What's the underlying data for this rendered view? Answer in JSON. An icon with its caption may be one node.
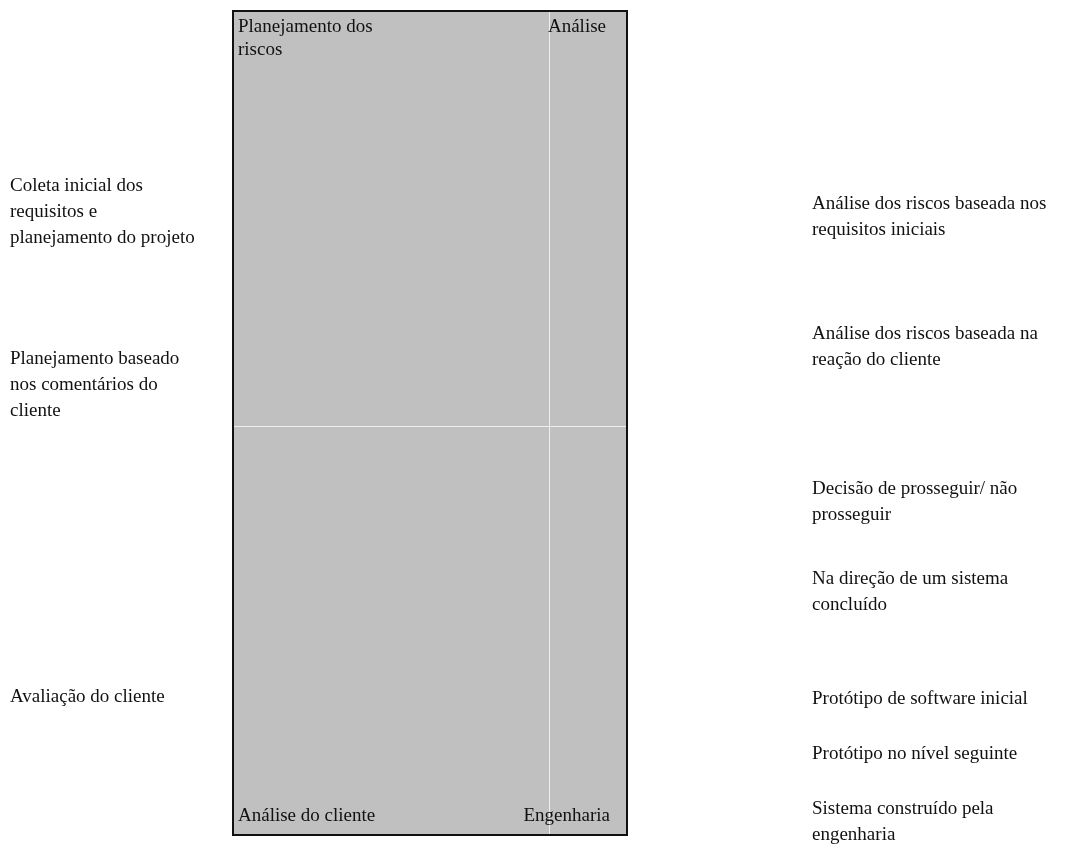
{
  "diagram": {
    "nodes": [
      {
        "text": [
          "Planejamento dos riscos"
        ]
      },
      {
        "text": [
          "Análise"
        ]
      },
      {
        "text": [
          "Análise do cliente"
        ]
      },
      {
        "text": [
          "Engenharia"
        ]
      }
    ],
    "labels": [
      "Coleta inicial dos requisitos e planejamento do projeto",
      "Análise dos riscos baseada nos requisitos iniciais",
      "Análise dos riscos baseada na reação do cliente",
      "Planejamento baseado nos comentários do cliente",
      "Decisão de prosseguir/ não prosseguir",
      "Na direção de um sistema concluído",
      "Avaliação do cliente",
      "Protótipo de software inicial",
      "Protótipo no nível seguinte",
      "Sistema construído pela engenharia"
    ]
  }
}
